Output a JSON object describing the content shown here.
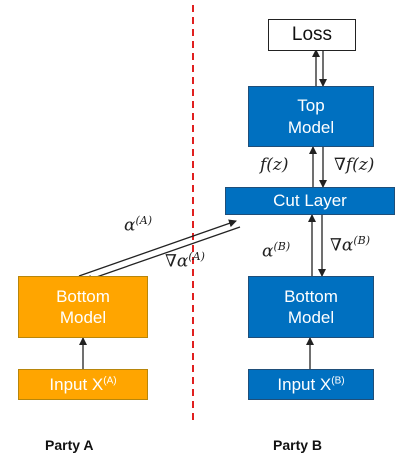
{
  "boxes": {
    "loss": "Loss",
    "top_model_line1": "Top",
    "top_model_line2": "Model",
    "cut_layer": "Cut Layer",
    "bottom_a_line1": "Bottom",
    "bottom_a_line2": "Model",
    "bottom_b_line1": "Bottom",
    "bottom_b_line2": "Model",
    "input_a_base": "Input X",
    "input_a_sup": "(A)",
    "input_b_base": "Input X",
    "input_b_sup": "(B)"
  },
  "labels": {
    "f_z": "f(z)",
    "grad_f_z": "∇f(z)",
    "alpha_b_base": "α",
    "alpha_b_sup": "(B)",
    "grad_alpha_b_base": "∇α",
    "grad_alpha_b_sup": "(B)",
    "alpha_a_base": "α",
    "alpha_a_sup": "(A)",
    "grad_alpha_a_base": "∇α",
    "grad_alpha_a_sup": "(A)"
  },
  "parties": {
    "a": "Party A",
    "b": "Party B"
  },
  "colors": {
    "blue": "#0070C0",
    "orange": "#FFA500",
    "divider_red": "#E02020"
  }
}
